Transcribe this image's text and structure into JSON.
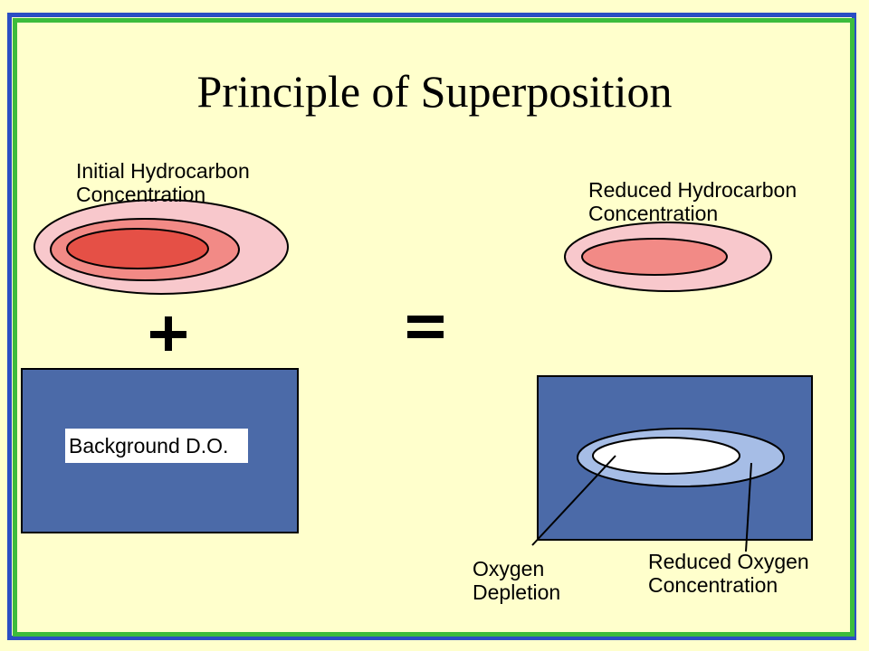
{
  "title": "Principle of Superposition",
  "labels": {
    "initial_line1": "Initial Hydrocarbon",
    "initial_line2": "Concentration",
    "reduced_hc_line1": "Reduced Hydrocarbon",
    "reduced_hc_line2": "Concentration",
    "background": "Background D.O.",
    "oxygen_depletion_line1": "Oxygen",
    "oxygen_depletion_line2": "Depletion",
    "reduced_oxygen_line1": "Reduced Oxygen",
    "reduced_oxygen_line2": "Concentration"
  },
  "symbols": {
    "plus": "+",
    "equals": "="
  },
  "colors": {
    "background": "#ffffcc",
    "frame_outer": "#2b4ec4",
    "frame_inner": "#3cbc3c",
    "plume_outer": "#f8c8cc",
    "plume_middle": "#f28a86",
    "plume_core": "#e55046",
    "do_box": "#4b6aa8",
    "oxygen_reduced": "#a6bde6",
    "oxygen_depleted": "#ffffff"
  }
}
